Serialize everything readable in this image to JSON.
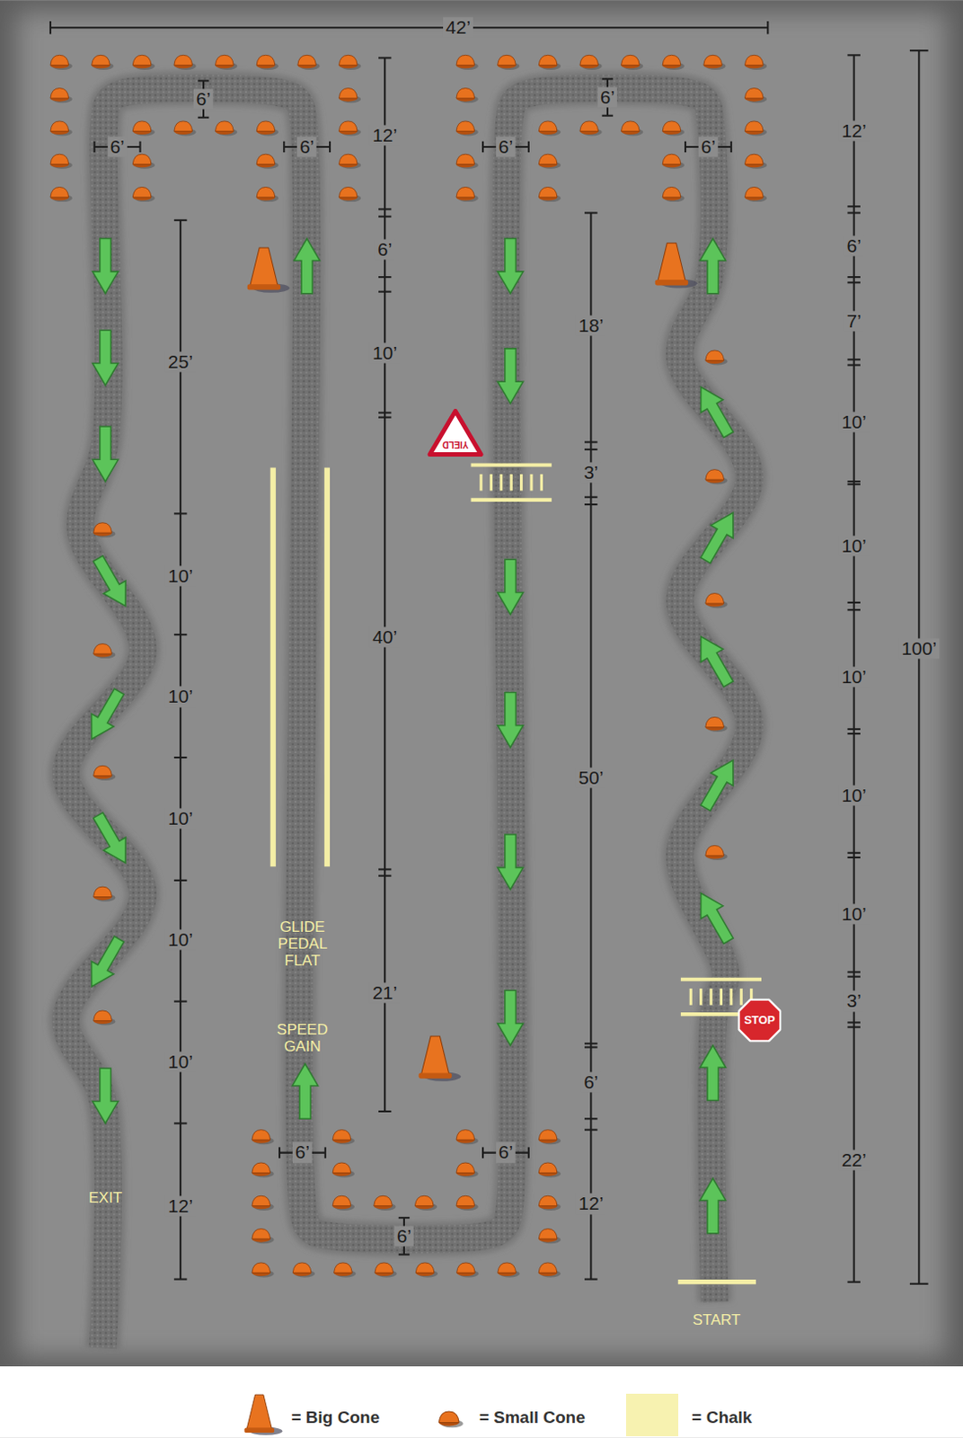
{
  "diagram": {
    "nodes": [
      {
        "text": [
          "YIELD"
        ]
      },
      {
        "text": [
          "STOP"
        ]
      }
    ],
    "labels": [
      "42’",
      "6’",
      "6’",
      "6’",
      "12’",
      "6’",
      "6’",
      "6’",
      "12’",
      "6’",
      "6’",
      "7’",
      "18’",
      "25’",
      "10’",
      "10’",
      "3’",
      "10’",
      "10’",
      "40’",
      "100’",
      "10’",
      "10’",
      "50’",
      "10’",
      "10’",
      "10’",
      "GLIDE PEDAL FLAT",
      "10’",
      "21’",
      "3’",
      "SPEED GAIN",
      "10’",
      "6’",
      "6’",
      "6’",
      "22’",
      "EXIT",
      "12’",
      "12’",
      "6’",
      "START"
    ],
    "legend": [
      {
        "text": "= Big Cone"
      },
      {
        "text": "= Small Cone"
      },
      {
        "text": "= Chalk",
        "color": "#f7f2b0"
      }
    ]
  }
}
